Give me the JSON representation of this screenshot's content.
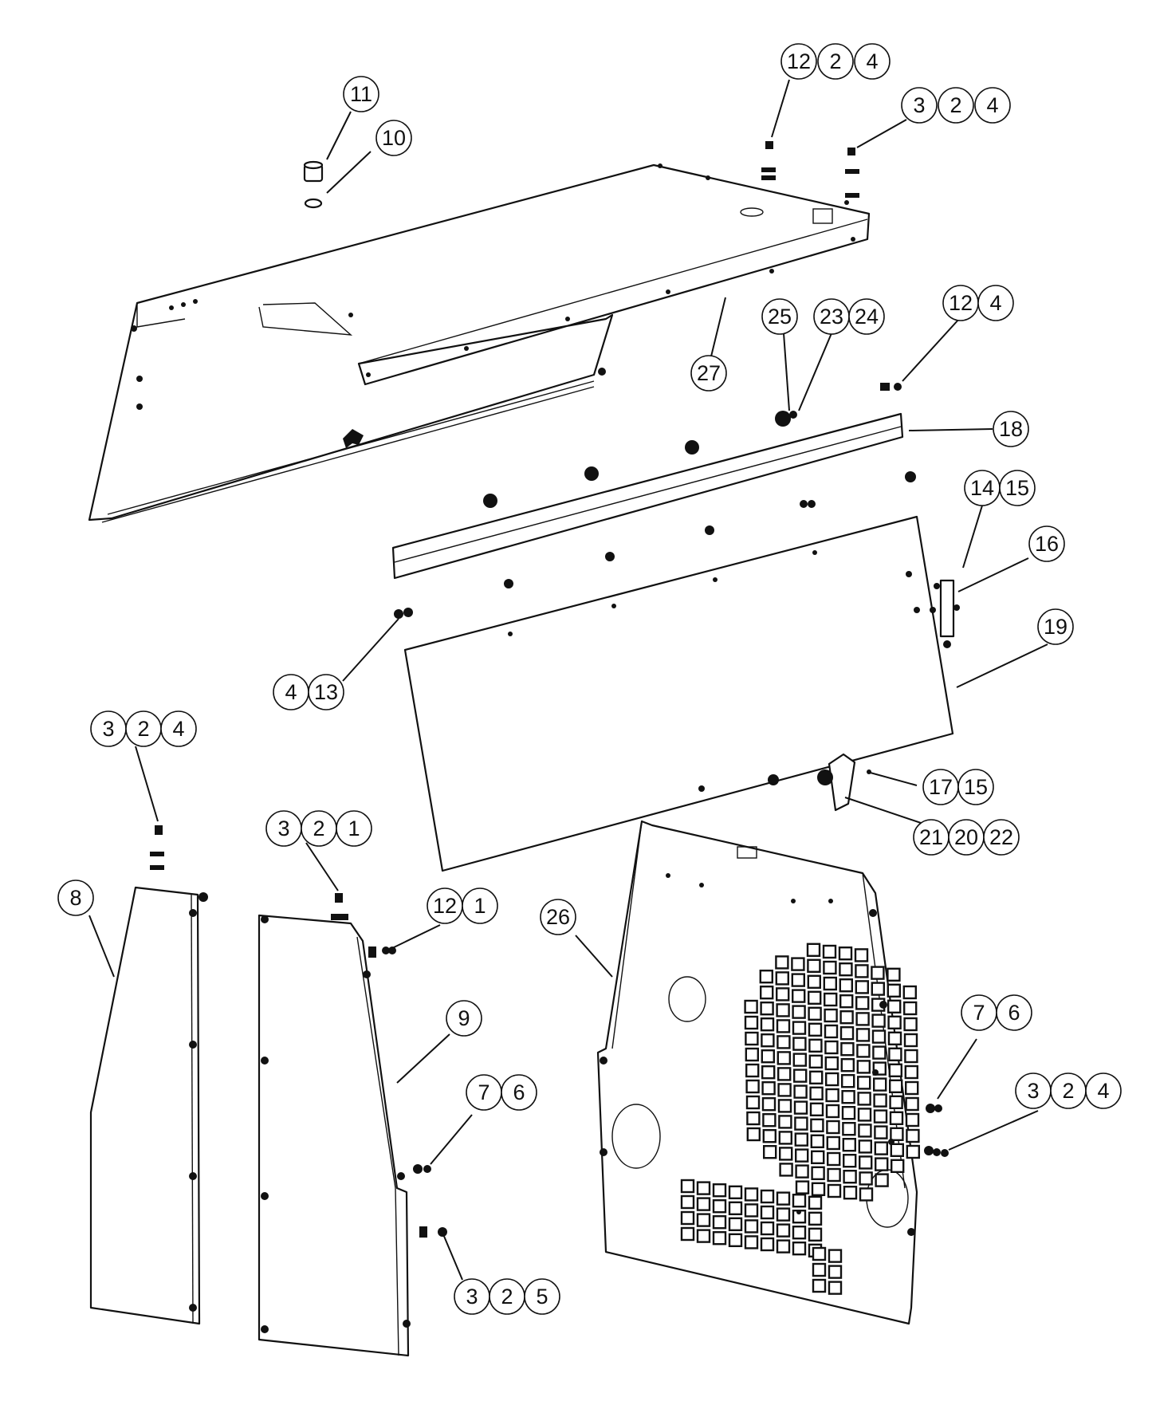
{
  "callouts": [
    {
      "id": "c-11",
      "labels": [
        "11"
      ]
    },
    {
      "id": "c-10",
      "labels": [
        "10"
      ]
    },
    {
      "id": "c-12-2-4",
      "labels": [
        "12",
        "2",
        "4"
      ]
    },
    {
      "id": "c-3-2-4-top",
      "labels": [
        "3",
        "2",
        "4"
      ]
    },
    {
      "id": "c-25",
      "labels": [
        "25"
      ]
    },
    {
      "id": "c-23-24",
      "labels": [
        "23",
        "24"
      ]
    },
    {
      "id": "c-12-4",
      "labels": [
        "12",
        "4"
      ]
    },
    {
      "id": "c-27",
      "labels": [
        "27"
      ]
    },
    {
      "id": "c-18",
      "labels": [
        "18"
      ]
    },
    {
      "id": "c-14-15",
      "labels": [
        "14",
        "15"
      ]
    },
    {
      "id": "c-16",
      "labels": [
        "16"
      ]
    },
    {
      "id": "c-19",
      "labels": [
        "19"
      ]
    },
    {
      "id": "c-4-13",
      "labels": [
        "4",
        "13"
      ]
    },
    {
      "id": "c-17-15",
      "labels": [
        "17",
        "15"
      ]
    },
    {
      "id": "c-21-20-22",
      "labels": [
        "21",
        "20",
        "22"
      ]
    },
    {
      "id": "c-3-2-4-left",
      "labels": [
        "3",
        "2",
        "4"
      ]
    },
    {
      "id": "c-3-2-1",
      "labels": [
        "3",
        "2",
        "1"
      ]
    },
    {
      "id": "c-12-1",
      "labels": [
        "12",
        "1"
      ]
    },
    {
      "id": "c-8",
      "labels": [
        "8"
      ]
    },
    {
      "id": "c-26",
      "labels": [
        "26"
      ]
    },
    {
      "id": "c-9",
      "labels": [
        "9"
      ]
    },
    {
      "id": "c-7-6-left",
      "labels": [
        "7",
        "6"
      ]
    },
    {
      "id": "c-7-6-right",
      "labels": [
        "7",
        "6"
      ]
    },
    {
      "id": "c-3-2-4-right",
      "labels": [
        "3",
        "2",
        "4"
      ]
    },
    {
      "id": "c-3-2-5",
      "labels": [
        "3",
        "2",
        "5"
      ]
    }
  ]
}
